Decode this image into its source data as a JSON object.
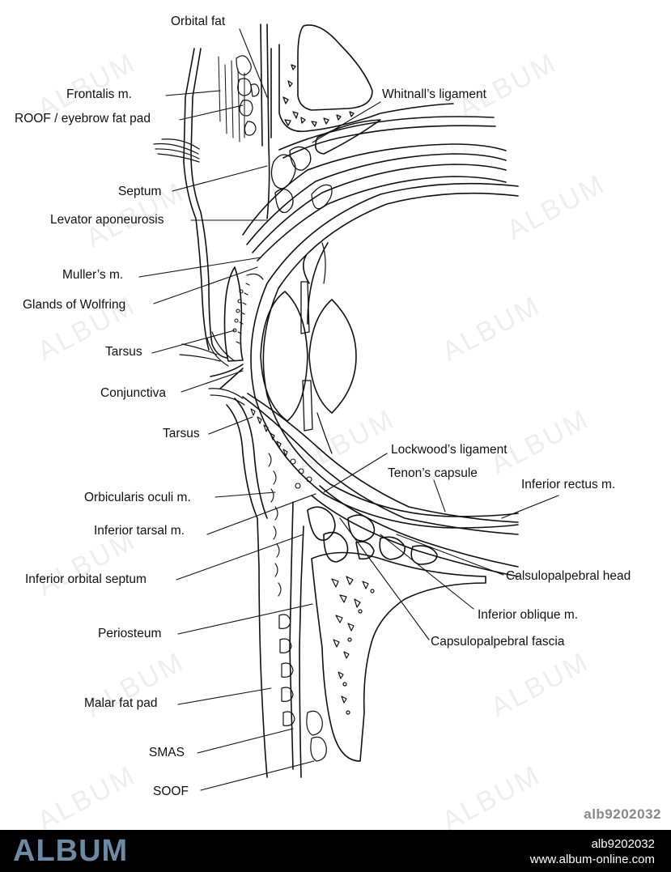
{
  "labels": {
    "orbital_fat": "Orbital fat",
    "frontalis": "Frontalis m.",
    "roof": "ROOF / eyebrow fat pad",
    "septum": "Septum",
    "levator": "Levator aponeurosis",
    "muller": "Muller’s m.",
    "wolfring": "Glands of Wolfring",
    "tarsus_upper": "Tarsus",
    "conjunctiva": "Conjunctiva",
    "tarsus_lower": "Tarsus",
    "orbicularis": "Orbicularis oculi m.",
    "inferior_tarsal": "Inferior tarsal m.",
    "inferior_septum": "Inferior orbital septum",
    "periosteum": "Periosteum",
    "malar": "Malar fat pad",
    "smas": "SMAS",
    "soof": "SOOF",
    "whitnall": "Whitnall’s ligament",
    "lockwood": "Lockwood’s ligament",
    "tenon": "Tenon’s capsule",
    "inferior_rectus": "Inferior rectus m.",
    "calsulo_head": "Calsulopalpebral head",
    "inferior_oblique": "Inferior oblique m.",
    "capsulo_fascia": "Capsulopalpebral fascia"
  },
  "watermark": {
    "text": "ALBUM",
    "image_id": "alb9202032"
  },
  "footer": {
    "brand": "ALBUM",
    "id": "alb9202032",
    "url": "www.album-online.com",
    "brand_color": "#6b8aa6"
  }
}
